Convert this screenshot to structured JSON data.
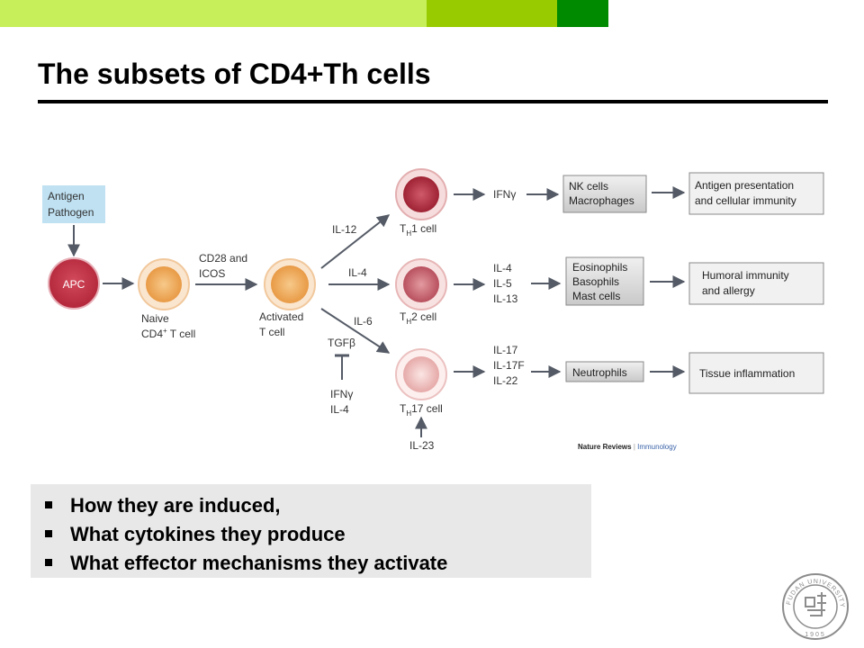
{
  "slide": {
    "title": "The subsets of CD4+Th cells",
    "accent_colors": {
      "top_light": "#c6ef5a",
      "top_mid": "#99cc00",
      "top_dark": "#008a00"
    }
  },
  "diagram": {
    "antigen_box": {
      "line1": "Antigen",
      "line2": "Pathogen"
    },
    "apc_label": "APC",
    "naive": {
      "line1": "Naive",
      "line2_pre": "CD4",
      "line2_sup": "+",
      "line2_post": " T cell"
    },
    "costim": {
      "line1": "CD28 and",
      "line2": "ICOS"
    },
    "activated": {
      "line1": "Activated",
      "line2": "T cell"
    },
    "inducers": {
      "th1": "IL-12",
      "th2": "IL-4",
      "th17": "IL-6",
      "tgf": "TGFβ",
      "inhibitors": [
        "IFNγ",
        "IL-4"
      ],
      "il23": "IL-23"
    },
    "cells": [
      {
        "label_pre": "T",
        "label_sub": "H",
        "label_post": "1 cell"
      },
      {
        "label_pre": "T",
        "label_sub": "H",
        "label_post": "2 cell"
      },
      {
        "label_pre": "T",
        "label_sub": "H",
        "label_post": "17 cell"
      }
    ],
    "cytokines": [
      [
        "IFNγ"
      ],
      [
        "IL-4",
        "IL-5",
        "IL-13"
      ],
      [
        "IL-17",
        "IL-17F",
        "IL-22"
      ]
    ],
    "effector_cells": [
      [
        "NK cells",
        "Macrophages"
      ],
      [
        "Eosinophils",
        "Basophils",
        "Mast cells"
      ],
      [
        "Neutrophils"
      ]
    ],
    "outcomes": [
      [
        "Antigen presentation",
        "and cellular immunity"
      ],
      [
        "Humoral immunity",
        "and allergy"
      ],
      [
        "Tissue inflammation"
      ]
    ],
    "source": {
      "part1": "Nature Reviews",
      "sep": " | ",
      "part2": "Immunology"
    }
  },
  "bullets": [
    "How they are induced,",
    "What cytokines they produce",
    "What effector mechanisms they activate"
  ],
  "seal": {
    "upper_text": "FUDAN UNIVERSITY",
    "year": "1905"
  }
}
